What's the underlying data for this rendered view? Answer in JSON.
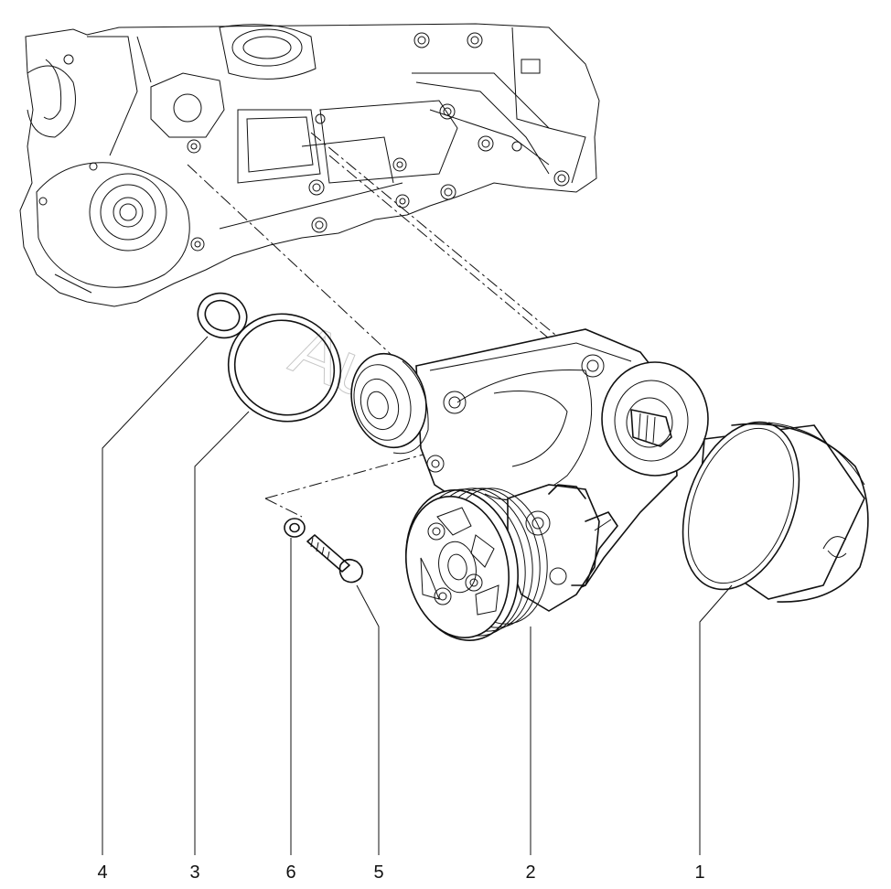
{
  "diagram": {
    "kind": "exploded parts view",
    "callouts": [
      "4",
      "3",
      "6",
      "5",
      "2",
      "1"
    ],
    "watermark": "AutoSoft"
  }
}
